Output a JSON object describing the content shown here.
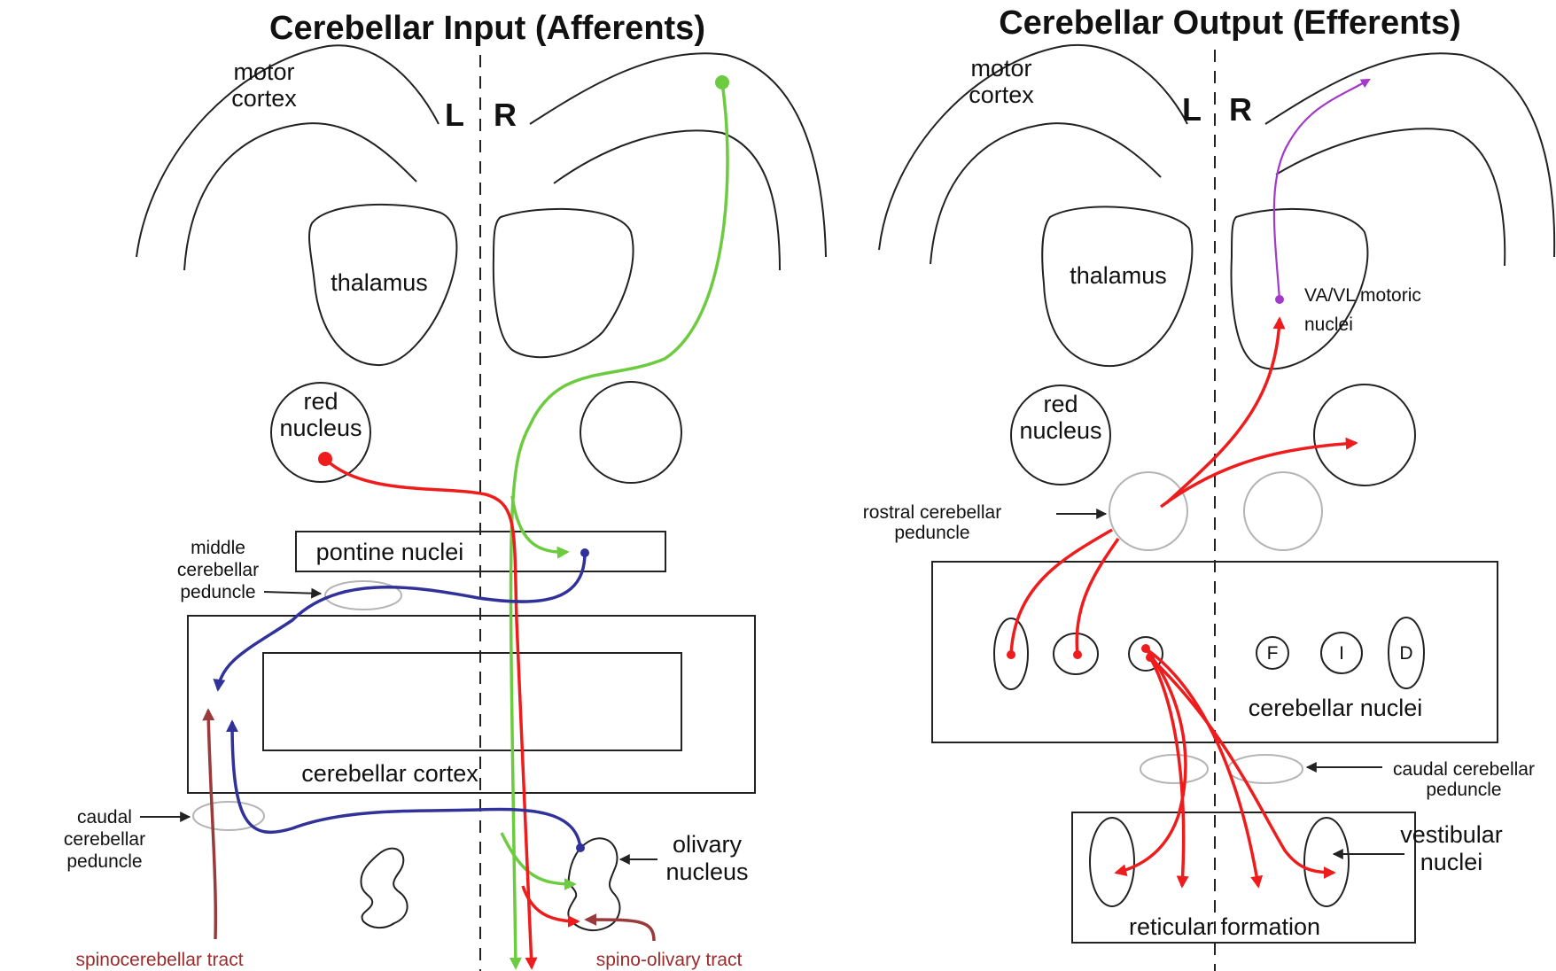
{
  "left_panel": {
    "title": "Cerebellar Input (Afferents)",
    "labels": {
      "motor_cortex_line1": "motor",
      "motor_cortex_line2": "cortex",
      "side_left": "L",
      "side_right": "R",
      "thalamus": "thalamus",
      "red_nucleus_line1": "red",
      "red_nucleus_line2": "nucleus",
      "pontine_nuclei": "pontine nuclei",
      "middle_peduncle_line1": "middle",
      "middle_peduncle_line2": "cerebellar",
      "middle_peduncle_line3": "peduncle",
      "cerebellar_cortex": "cerebellar cortex",
      "caudal_peduncle_line1": "caudal",
      "caudal_peduncle_line2": "cerebellar",
      "caudal_peduncle_line3": "peduncle",
      "olivary_line1": "olivary",
      "olivary_line2": "nucleus",
      "spinocerebellar_tract": "spinocerebellar tract",
      "spino_olivary_tract": "spino-olivary tract"
    }
  },
  "right_panel": {
    "title": "Cerebellar Output (Efferents)",
    "labels": {
      "motor_cortex_line1": "motor",
      "motor_cortex_line2": "cortex",
      "side_left": "L",
      "side_right": "R",
      "thalamus": "thalamus",
      "va_vl_line1": "VA/VL motoric",
      "va_vl_line2": "nuclei",
      "red_nucleus_line1": "red",
      "red_nucleus_line2": "nucleus",
      "rostral_peduncle_line1": "rostral cerebellar",
      "rostral_peduncle_line2": "peduncle",
      "nucleus_f": "F",
      "nucleus_i": "I",
      "nucleus_d": "D",
      "cerebellar_nuclei": "cerebellar nuclei",
      "caudal_peduncle_line1": "caudal cerebellar",
      "caudal_peduncle_line2": "peduncle",
      "vestibular_line1": "vestibular",
      "vestibular_line2": "nuclei",
      "reticular_formation": "reticular formation"
    }
  },
  "colors": {
    "green_pathway": "#6ccb3f",
    "red_pathway": "#ee1c1c",
    "blue_pathway": "#31319a",
    "brown_tract": "#9a3a3a",
    "purple_pathway": "#a338c9"
  }
}
